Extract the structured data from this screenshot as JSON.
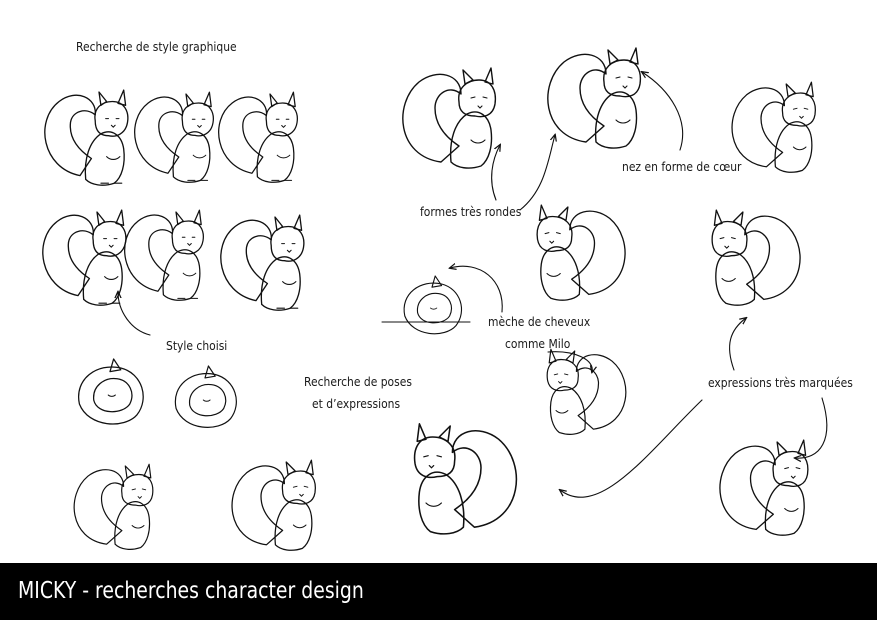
{
  "labels": {
    "style_research": "Recherche de style graphique",
    "chosen_style": "Style choisi",
    "poses_line1": "Recherche de poses",
    "poses_line2": "et d’expressions",
    "round_shapes": "formes très rondes",
    "heart_nose": "nez en forme de cœur",
    "hair_line1": "mèche de cheveux",
    "hair_line2": "comme Milo",
    "expressions": "expressions très marquées"
  },
  "footer": {
    "title": "MICKY - recherches character design"
  },
  "colors": {
    "line": "#111111",
    "fill_light": "#ebebeb",
    "fill_mid": "#c9c9c9",
    "fill_dark": "#9a9a9a",
    "footer_bg": "#000000",
    "footer_text": "#ffffff"
  }
}
